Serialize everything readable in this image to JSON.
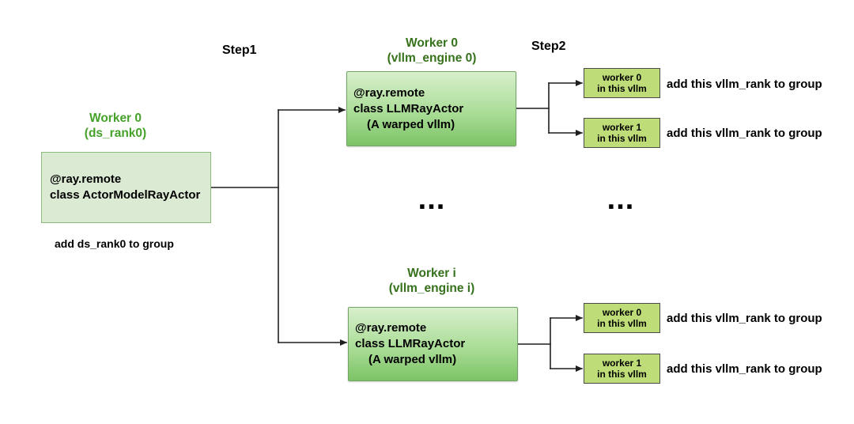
{
  "diagram": {
    "step1_label": "Step1",
    "step2_label": "Step2",
    "ellipsis_left": "...",
    "ellipsis_right": "...",
    "actor": {
      "title_line1": "Worker 0",
      "title_line2": "(ds_rank0)",
      "code_line1": "@ray.remote",
      "code_line2": "class ActorModelRayActor",
      "caption": "add ds_rank0 to group"
    },
    "engines": [
      {
        "title_line1": "Worker 0",
        "title_line2": "(vllm_engine 0)",
        "code_line1": "@ray.remote",
        "code_line2": "class LLMRayActor",
        "code_line3": "(A warped vllm)",
        "workers": [
          {
            "line1": "worker 0",
            "line2": "in this vllm",
            "caption": "add this vllm_rank to group"
          },
          {
            "line1": "worker 1",
            "line2": "in this vllm",
            "caption": "add this vllm_rank to group"
          }
        ]
      },
      {
        "title_line1": "Worker i",
        "title_line2": "(vllm_engine i)",
        "code_line1": "@ray.remote",
        "code_line2": "class LLMRayActor",
        "code_line3": "(A warped vllm)",
        "workers": [
          {
            "line1": "worker 0",
            "line2": "in this vllm",
            "caption": "add this vllm_rank to group"
          },
          {
            "line1": "worker 1",
            "line2": "in this vllm",
            "caption": "add this vllm_rank to group"
          }
        ]
      }
    ],
    "colors": {
      "heading_green_bright": "#46a12a",
      "heading_green_dark": "#36711c",
      "actor_box_fill": "#dbead3",
      "actor_box_border": "#8eb97d",
      "engine_box_top": "#d8efcc",
      "engine_box_bottom": "#7cc366",
      "engine_box_border": "#74a465",
      "worker_box_fill": "#bedc77",
      "worker_box_border": "#4a4a4a",
      "line_color": "#1f1f1f",
      "text_color": "#000000"
    }
  }
}
